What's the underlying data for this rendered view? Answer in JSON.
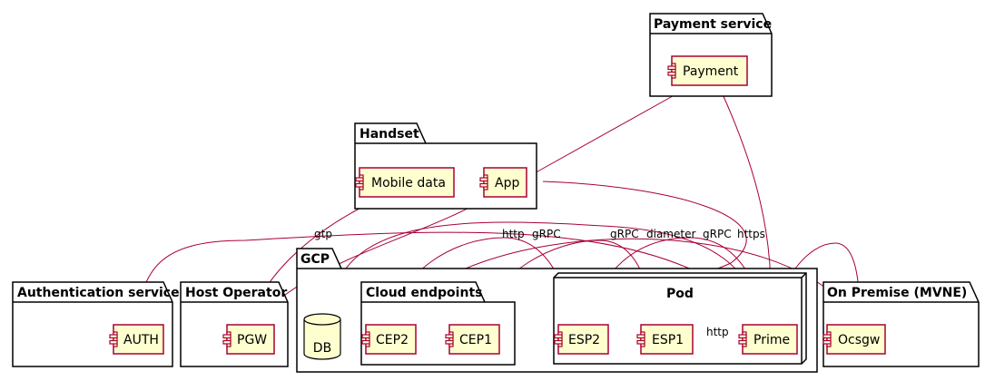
{
  "packages": {
    "payment_service": "Payment service",
    "handset": "Handset",
    "gcp": "GCP",
    "cloud_endpoints": "Cloud endpoints",
    "pod": "Pod",
    "authentication_service": "Authentication service",
    "host_operator": "Host Operator",
    "on_premise": "On Premise (MVNE)"
  },
  "components": {
    "payment": "Payment",
    "mobile_data": "Mobile data",
    "app": "App",
    "db": "DB",
    "cep2": "CEP2",
    "cep1": "CEP1",
    "esp2": "ESP2",
    "esp1": "ESP1",
    "prime": "Prime",
    "auth": "AUTH",
    "pgw": "PGW",
    "ocsgw": "Ocsgw"
  },
  "edge_labels": {
    "gtp": "gtp",
    "http_top": "http",
    "grpc_1": "gRPC",
    "grpc_2": "gRPC",
    "diameter": "diameter",
    "grpc_3": "gRPC",
    "https": "https",
    "http_pod": "http"
  },
  "colors": {
    "component_fill": "#fefece",
    "component_border": "#a80036",
    "edge": "#a80036",
    "package_border": "#000000"
  }
}
